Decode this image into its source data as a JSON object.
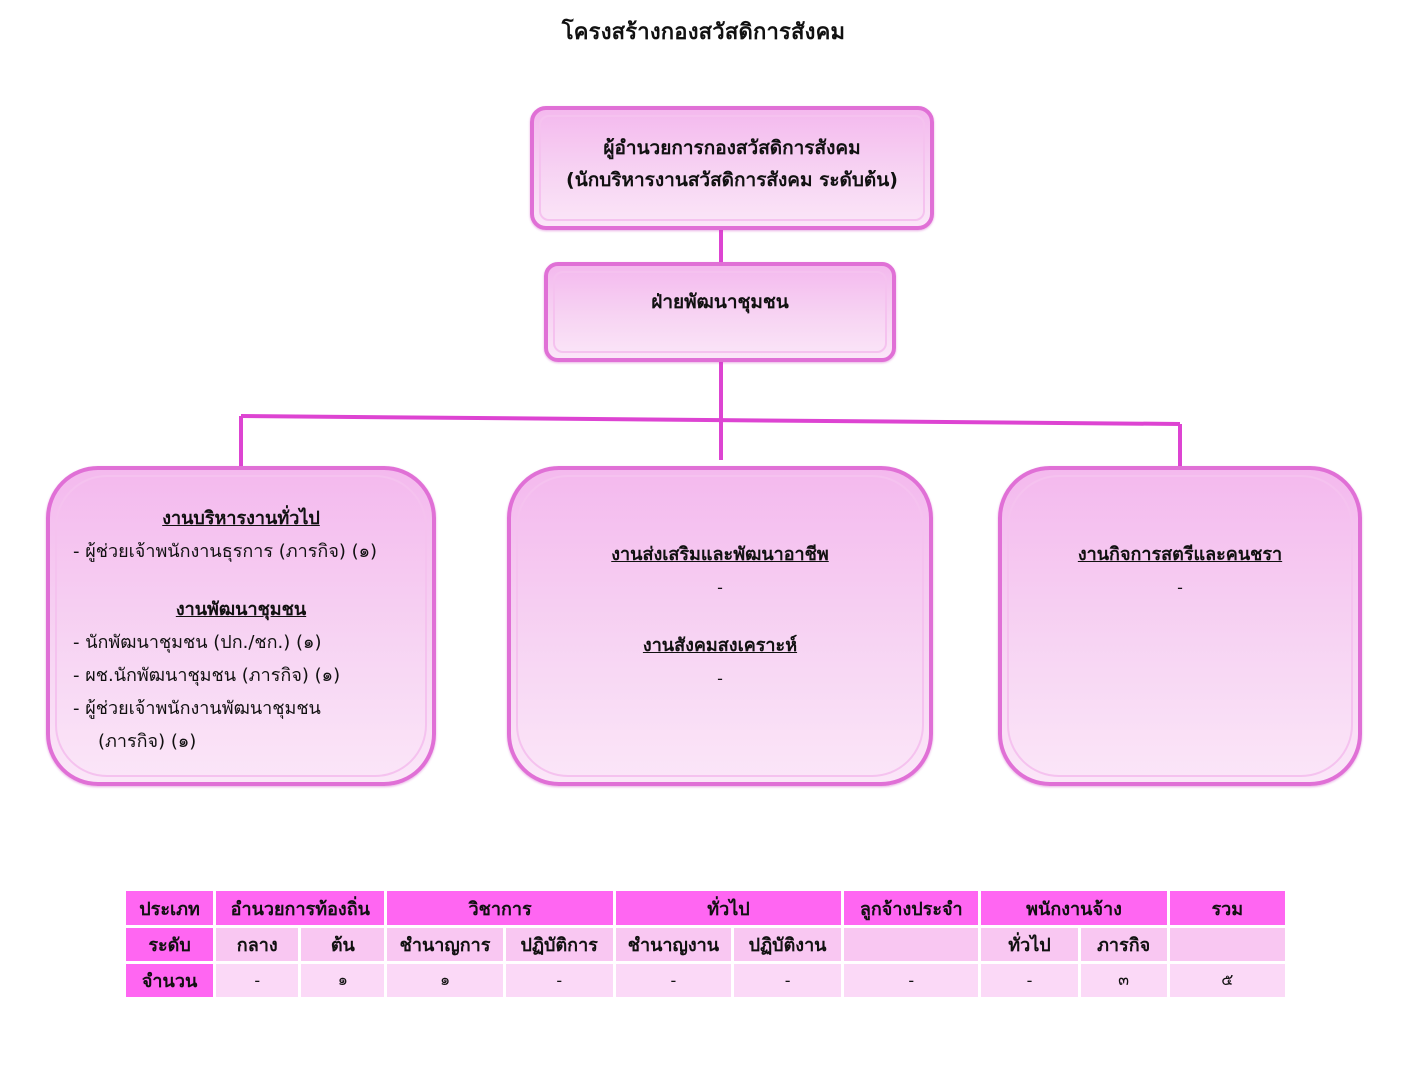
{
  "page": {
    "title": "โครงสร้างกองสวัสดิการสังคม"
  },
  "org": {
    "director_line1": "ผู้อำนวยการกองสวัสดิการสังคม",
    "director_line2": "(นักบริหารงานสวัสดิการสังคม  ระดับต้น)",
    "division": "ฝ่ายพัฒนาชุมชน",
    "units": {
      "left": {
        "heading1": "งานบริหารงานทั่วไป",
        "item1": "- ผู้ช่วยเจ้าพนักงานธุรการ (ภารกิจ) (๑)",
        "heading2": "งานพัฒนาชุมชน",
        "item2": "- นักพัฒนาชุมชน (ปก./ชก.) (๑)",
        "item3": "- ผช.นักพัฒนาชุมชน (ภารกิจ) (๑)",
        "item4a": "- ผู้ช่วยเจ้าพนักงานพัฒนาชุมชน",
        "item4b": "(ภารกิจ) (๑)"
      },
      "center": {
        "heading1": "งานส่งเสริมและพัฒนาอาชีพ",
        "value1": "-",
        "heading2": "งานสังคมสงเคราะห์",
        "value2": "-"
      },
      "right": {
        "heading1": "งานกิจการสตรีและคนชรา",
        "value1": "-"
      }
    }
  },
  "table": {
    "type_label": "ประเภท",
    "level_label": "ระดับ",
    "count_label": "จำนวน",
    "groups": [
      "อำนวยการท้องถิ่น",
      "วิชาการ",
      "ทั่วไป",
      "ลูกจ้างประจำ",
      "พนักงานจ้าง",
      "รวม"
    ],
    "levels": [
      "กลาง",
      "ต้น",
      "ชำนาญการ",
      "ปฏิบัติการ",
      "ชำนาญงาน",
      "ปฏิบัติงาน",
      "",
      "ทั่วไป",
      "ภารกิจ",
      ""
    ],
    "counts": [
      "-",
      "๑",
      "๑",
      "-",
      "-",
      "-",
      "-",
      "-",
      "๓",
      "๕"
    ]
  },
  "colors": {
    "line": "#dd44d2",
    "box_border": "#e070d6",
    "table_header": "#ff66f2",
    "table_level": "#f9c7f2",
    "table_count": "#fbd9f7"
  }
}
